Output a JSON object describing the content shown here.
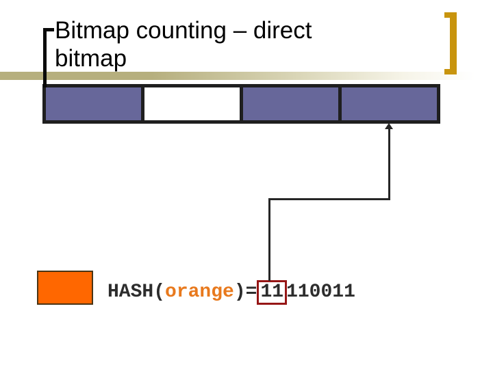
{
  "slide": {
    "title_line1": "Bitmap counting – direct",
    "title_line2": "bitmap"
  },
  "bitmap_bar": {
    "description": "direct bitmap with 4 cells",
    "cells": [
      {
        "index": 0,
        "state": "set"
      },
      {
        "index": 1,
        "state": "unset"
      },
      {
        "index": 2,
        "state": "set"
      },
      {
        "index": 3,
        "state": "set"
      }
    ]
  },
  "hash_annotation": {
    "function_name": "HASH(",
    "argument": "orange",
    "close_and_equals": ")=",
    "bits_boxed": "11",
    "bits_remaining": "110011",
    "full_value": "11110011"
  },
  "icons": {
    "corner_bracket": "title-corner-bracket",
    "gold_bracket": "closing-square-bracket",
    "arrowhead": "arrow-up"
  },
  "colors": {
    "cell-set": "#67679a",
    "cell-unset": "#ffffff",
    "bar-border": "#1f1f1f",
    "swatch-fill": "#ff6700",
    "swatch-border": "#4a3414",
    "gold": "#c8940e",
    "tan": "#b6af7e",
    "text-dark": "#2d2d2d",
    "orange-text": "#e8791d",
    "bit-box": "#961616",
    "connector": "#262626"
  }
}
